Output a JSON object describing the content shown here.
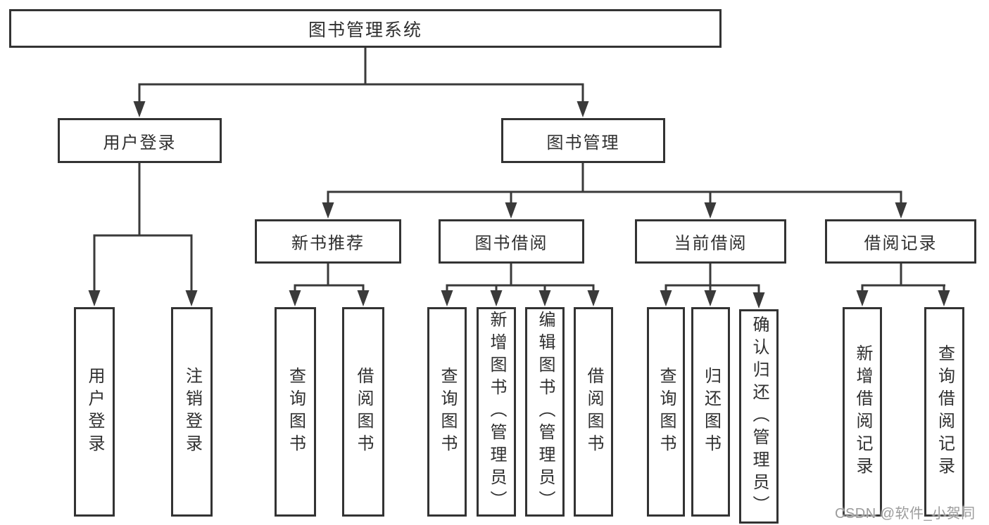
{
  "colors": {
    "line": "#3a3a3a",
    "box_border": "#333333",
    "text": "#2f2f2f",
    "watermark": "#9c9c9c"
  },
  "tree": {
    "root": {
      "label": "图书管理系统"
    },
    "branches": [
      {
        "label": "用户登录",
        "children": [
          {
            "label": "用户登录"
          },
          {
            "label": "注销登录"
          }
        ]
      },
      {
        "label": "图书管理",
        "groups": [
          {
            "label": "新书推荐",
            "children": [
              {
                "label": "查询图书"
              },
              {
                "label": "借阅图书"
              }
            ]
          },
          {
            "label": "图书借阅",
            "children": [
              {
                "label": "查询图书"
              },
              {
                "label": "新增图书（管理员）"
              },
              {
                "label": "编辑图书（管理员）"
              },
              {
                "label": "借阅图书"
              }
            ]
          },
          {
            "label": "当前借阅",
            "children": [
              {
                "label": "查询图书"
              },
              {
                "label": "归还图书"
              },
              {
                "label": "确认归还（管理员）"
              }
            ]
          },
          {
            "label": "借阅记录",
            "children": [
              {
                "label": "新增借阅记录"
              },
              {
                "label": "查询借阅记录"
              }
            ]
          }
        ]
      }
    ]
  },
  "watermark": {
    "label": "CSDN @软件_小贺同学"
  }
}
